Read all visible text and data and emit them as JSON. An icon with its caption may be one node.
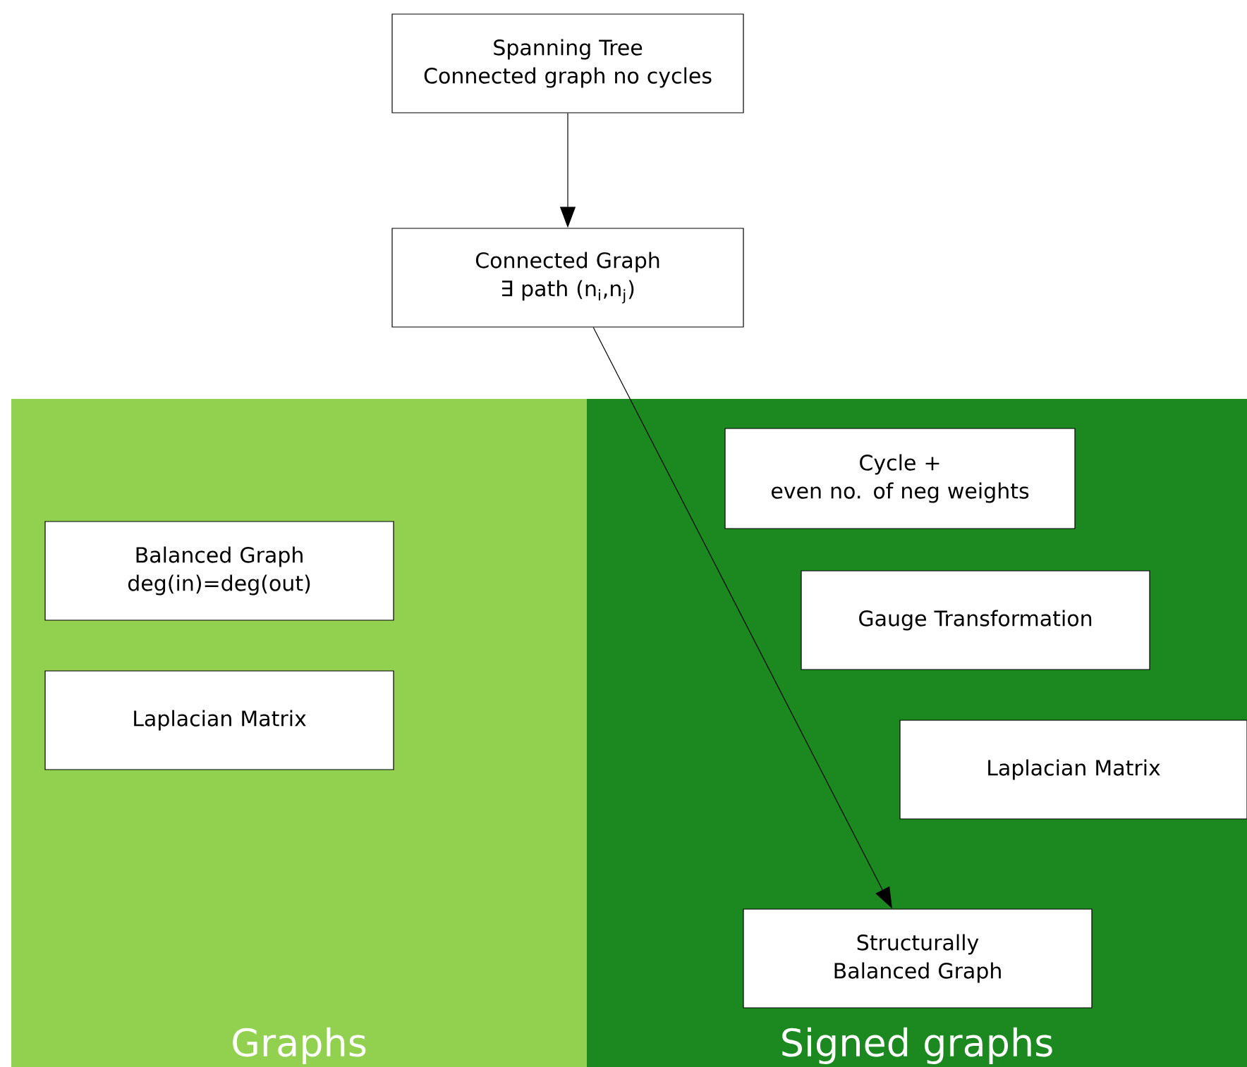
{
  "diagram": {
    "nodes": [
      {
        "text": [
          "Spanning Tree",
          "Connected graph no cycles"
        ]
      },
      {
        "text": [
          "Connected Graph",
          "∃ path (n$_{i}$,n$_{j}$)"
        ]
      },
      {
        "text": [
          "Graphs"
        ]
      },
      {
        "text": [
          "Balanced Graph",
          "deg(in)=deg(out)"
        ],
        "in": 2
      },
      {
        "text": [
          "Laplacian Matrix"
        ],
        "in": 2
      },
      {
        "text": [
          "Signed graphs"
        ]
      },
      {
        "text": [
          "Cycle +",
          "even no. of neg weights"
        ],
        "in": 5
      },
      {
        "text": [
          "Gauge Transformation"
        ],
        "in": 5
      },
      {
        "text": [
          "Laplacian Matrix"
        ],
        "in": 5
      },
      {
        "text": [
          "Structurally Balanced Graph"
        ],
        "in": 5
      }
    ],
    "edges": [
      {
        "from": 0,
        "to": 1,
        "arrow": "to"
      },
      {
        "from": 1,
        "to": 9,
        "arrow": "to"
      }
    ]
  }
}
